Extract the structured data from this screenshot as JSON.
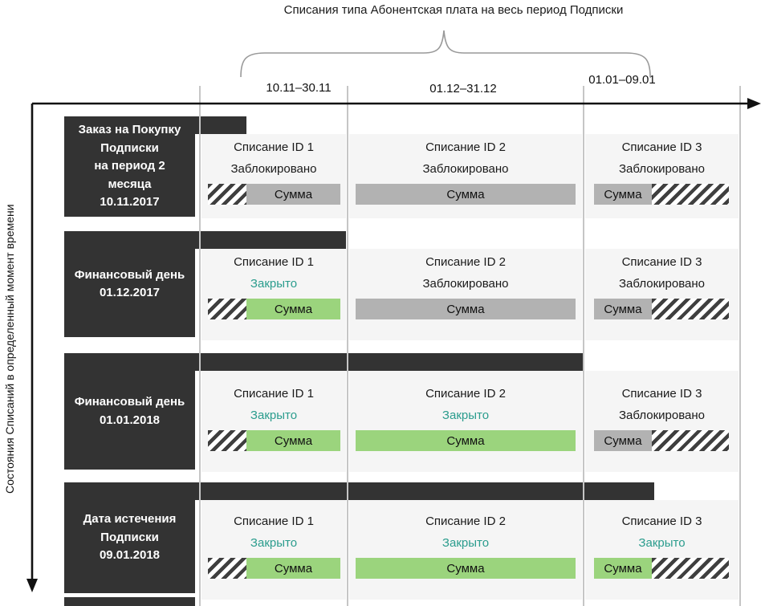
{
  "title": "Списания типа Абонентская плата на весь период Подписки",
  "y_axis_label": "Состояния Списаний в определенный момент времени",
  "periods": [
    {
      "label": "10.11–30.11"
    },
    {
      "label": "01.12–31.12"
    },
    {
      "label": "01.01–09.01"
    }
  ],
  "colors": {
    "dark_box": "#333333",
    "panel_bg": "#f5f5f5",
    "blocked_bar": "#b2b2b2",
    "closed_bar": "#9bd47d",
    "closed_text": "#2a9c8d",
    "gridline": "#c6c6c6"
  },
  "rows": [
    {
      "label": "Заказ на Покупку\nПодписки\nна период 2\nмесяца\n10.11.2017",
      "cells": [
        {
          "id": "Списание ID 1",
          "status": "Заблокировано",
          "status_type": "blocked",
          "amount_label": "Сумма"
        },
        {
          "id": "Списание ID 2",
          "status": "Заблокировано",
          "status_type": "blocked",
          "amount_label": "Сумма"
        },
        {
          "id": "Списание ID 3",
          "status": "Заблокировано",
          "status_type": "blocked",
          "amount_label": "Сумма"
        }
      ]
    },
    {
      "label": "Финансовый день\n01.12.2017",
      "cells": [
        {
          "id": "Списание ID 1",
          "status": "Закрыто",
          "status_type": "closed",
          "amount_label": "Сумма"
        },
        {
          "id": "Списание ID 2",
          "status": "Заблокировано",
          "status_type": "blocked",
          "amount_label": "Сумма"
        },
        {
          "id": "Списание ID 3",
          "status": "Заблокировано",
          "status_type": "blocked",
          "amount_label": "Сумма"
        }
      ]
    },
    {
      "label": "Финансовый день\n01.01.2018",
      "cells": [
        {
          "id": "Списание ID 1",
          "status": "Закрыто",
          "status_type": "closed",
          "amount_label": "Сумма"
        },
        {
          "id": "Списание ID 2",
          "status": "Закрыто",
          "status_type": "closed",
          "amount_label": "Сумма"
        },
        {
          "id": "Списание ID 3",
          "status": "Заблокировано",
          "status_type": "blocked",
          "amount_label": "Сумма"
        }
      ]
    },
    {
      "label": "Дата истечения\nПодписки\n09.01.2018",
      "cells": [
        {
          "id": "Списание ID 1",
          "status": "Закрыто",
          "status_type": "closed",
          "amount_label": "Сумма"
        },
        {
          "id": "Списание ID 2",
          "status": "Закрыто",
          "status_type": "closed",
          "amount_label": "Сумма"
        },
        {
          "id": "Списание ID 3",
          "status": "Закрыто",
          "status_type": "closed",
          "amount_label": "Сумма"
        }
      ]
    }
  ]
}
